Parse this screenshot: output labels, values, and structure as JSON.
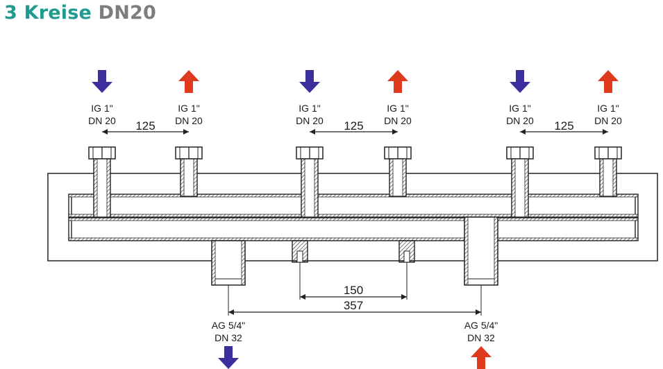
{
  "title": {
    "count": "3 Kreise",
    "size": "DN20"
  },
  "colors": {
    "flow": "#3b2f9e",
    "return": "#e03a1e",
    "title_teal": "#1f9c8f",
    "title_gray": "#7d7d7d"
  },
  "top_ports": [
    {
      "thread": "IG 1\"",
      "dn": "DN 20",
      "direction": "down"
    },
    {
      "thread": "IG 1\"",
      "dn": "DN 20",
      "direction": "up"
    },
    {
      "thread": "IG 1\"",
      "dn": "DN 20",
      "direction": "down"
    },
    {
      "thread": "IG 1\"",
      "dn": "DN 20",
      "direction": "up"
    },
    {
      "thread": "IG 1\"",
      "dn": "DN 20",
      "direction": "down"
    },
    {
      "thread": "IG 1\"",
      "dn": "DN 20",
      "direction": "up"
    }
  ],
  "top_spacing": [
    "125",
    "125",
    "125"
  ],
  "bottom_ports": [
    {
      "thread": "AG 5/4\"",
      "dn": "DN 32",
      "direction": "down"
    },
    {
      "thread": "AG 5/4\"",
      "dn": "DN 32",
      "direction": "up"
    }
  ],
  "dim_inner": "150",
  "dim_outer": "357"
}
